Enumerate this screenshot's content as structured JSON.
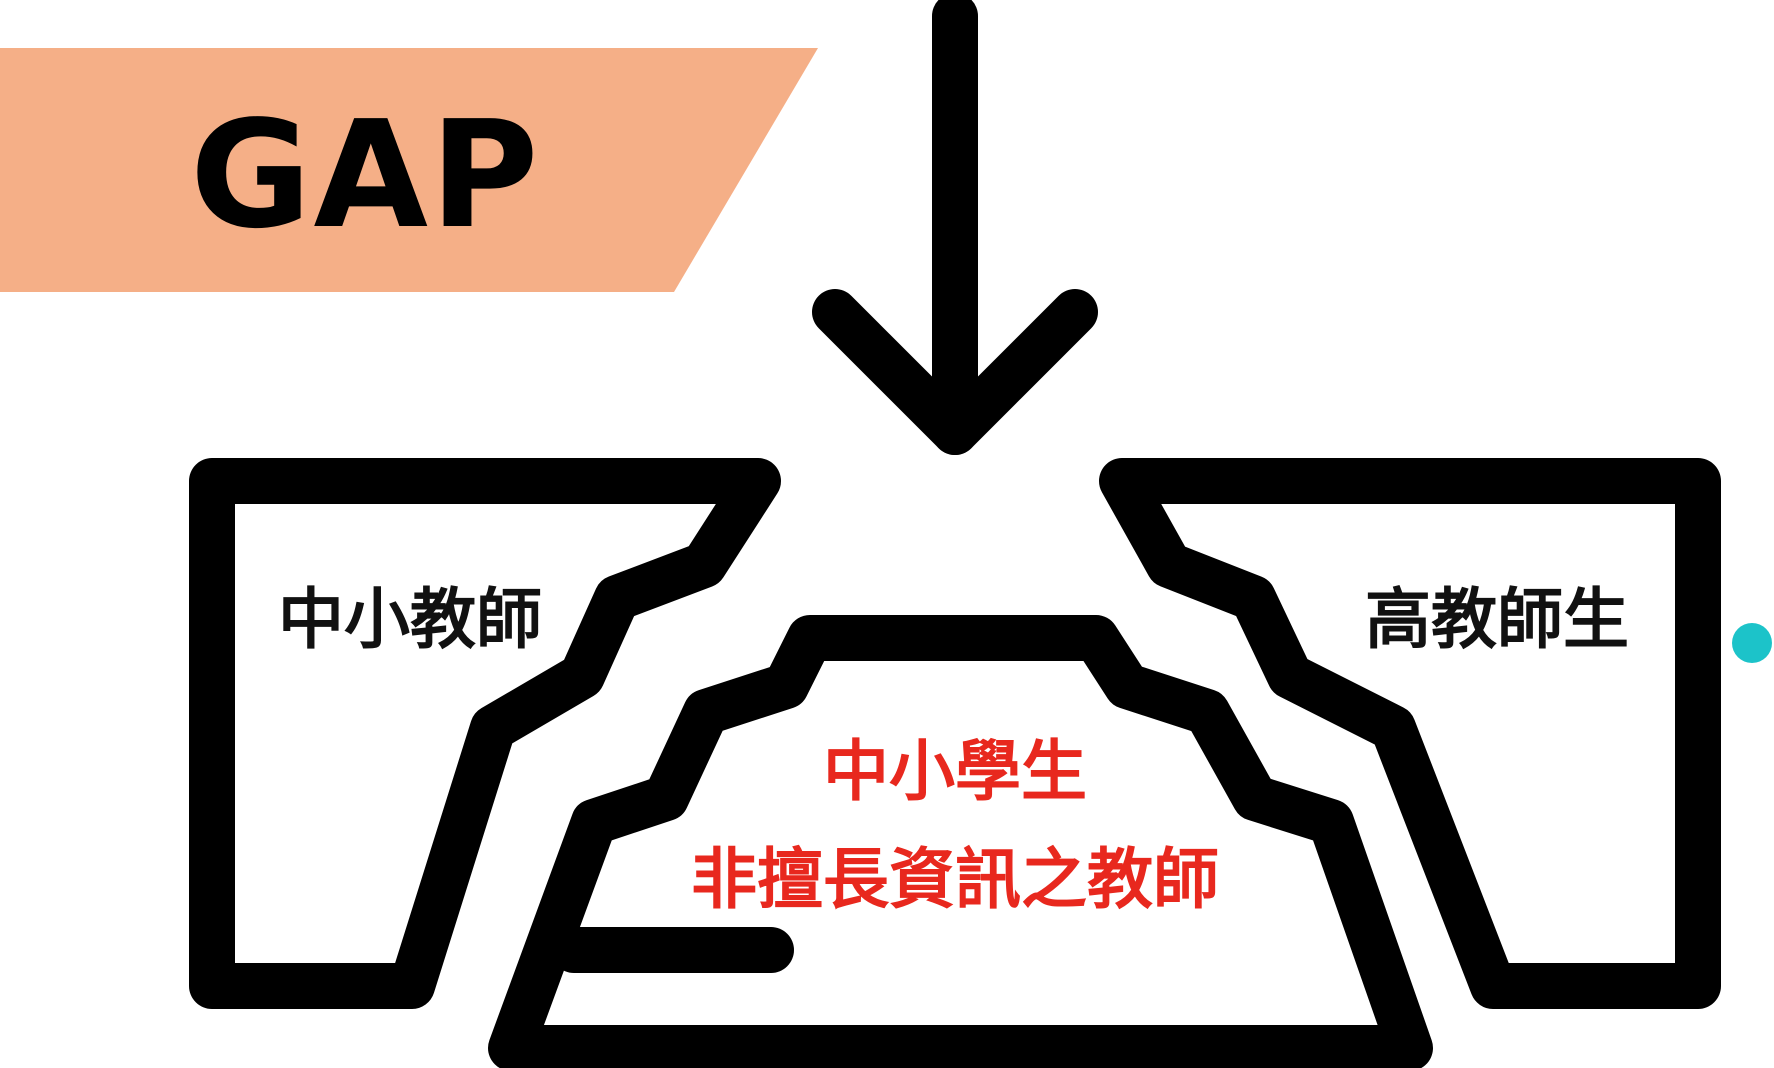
{
  "banner": {
    "text": "GAP",
    "color": "#F5AF87"
  },
  "labels": {
    "left_block": "中小教師",
    "right_block": "高教師生",
    "center_line1": "中小學生",
    "center_line2": "非擅長資訊之教師"
  },
  "colors": {
    "outline": "#000000",
    "label_text": "#111111",
    "center_text": "#E8281E",
    "dot": "#1CC3C9"
  },
  "icons": {
    "arrow": "down-arrow-icon",
    "dot": "dot-icon"
  }
}
